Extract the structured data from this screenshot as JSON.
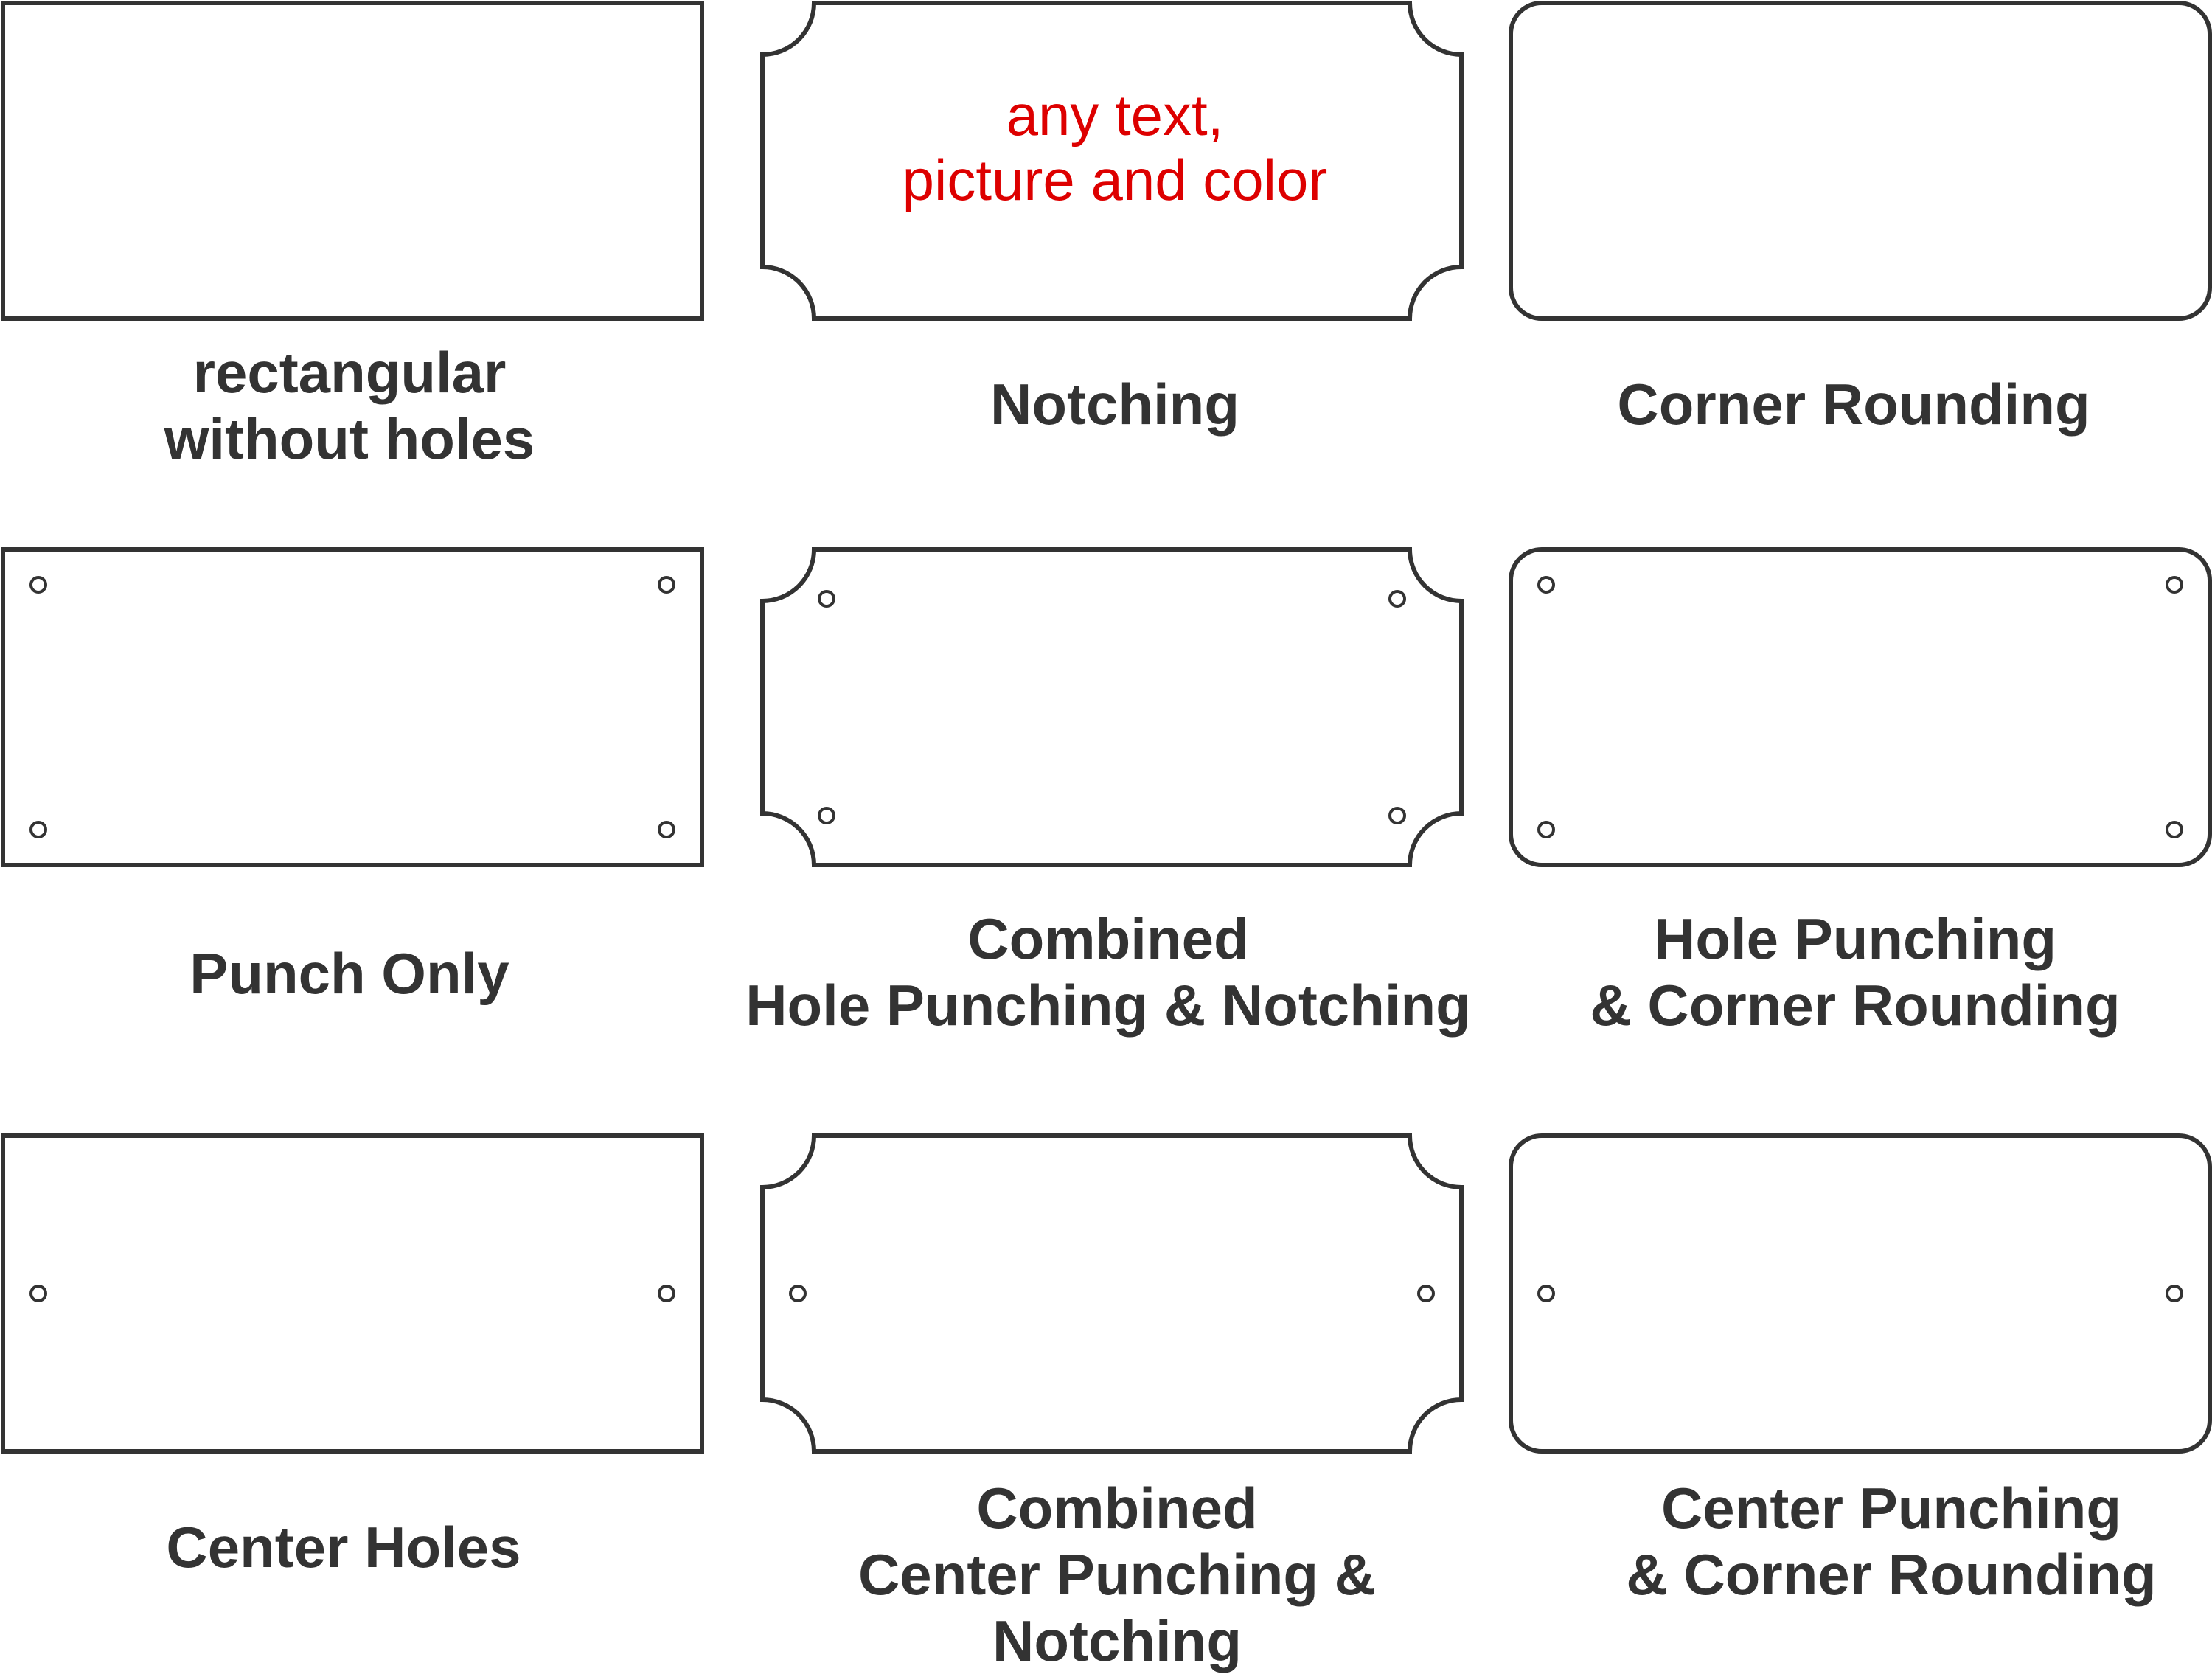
{
  "diagram": {
    "accent_color": "#dd0000",
    "stroke_color": "#333333",
    "sample_text": {
      "line1": "any text,",
      "line2": "picture and color"
    },
    "plates": [
      {
        "id": "rectangular",
        "shape": "rect",
        "holes": "none",
        "label_lines": [
          "rectangular",
          "without holes"
        ]
      },
      {
        "id": "notching",
        "shape": "notched",
        "holes": "none",
        "label_lines": [
          "Notching"
        ]
      },
      {
        "id": "corner-rounding",
        "shape": "rounded",
        "holes": "none",
        "label_lines": [
          "Corner Rounding"
        ]
      },
      {
        "id": "punch-only",
        "shape": "rect",
        "holes": "corners",
        "label_lines": [
          "Punch Only"
        ]
      },
      {
        "id": "hole-punching-notching",
        "shape": "notched",
        "holes": "corners",
        "label_lines": [
          "Combined",
          "Hole Punching & Notching"
        ]
      },
      {
        "id": "hole-punching-corner-rounding",
        "shape": "rounded",
        "holes": "corners",
        "label_lines": [
          "Hole Punching",
          "& Corner Rounding"
        ]
      },
      {
        "id": "center-holes",
        "shape": "rect",
        "holes": "center",
        "label_lines": [
          "Center Holes"
        ]
      },
      {
        "id": "center-punching-notching",
        "shape": "notched",
        "holes": "center",
        "label_lines": [
          "Combined",
          "Center Punching & Notching"
        ]
      },
      {
        "id": "center-punching-corner-rounding",
        "shape": "rounded",
        "holes": "center",
        "label_lines": [
          "Center Punching",
          "& Corner Rounding"
        ]
      }
    ]
  }
}
